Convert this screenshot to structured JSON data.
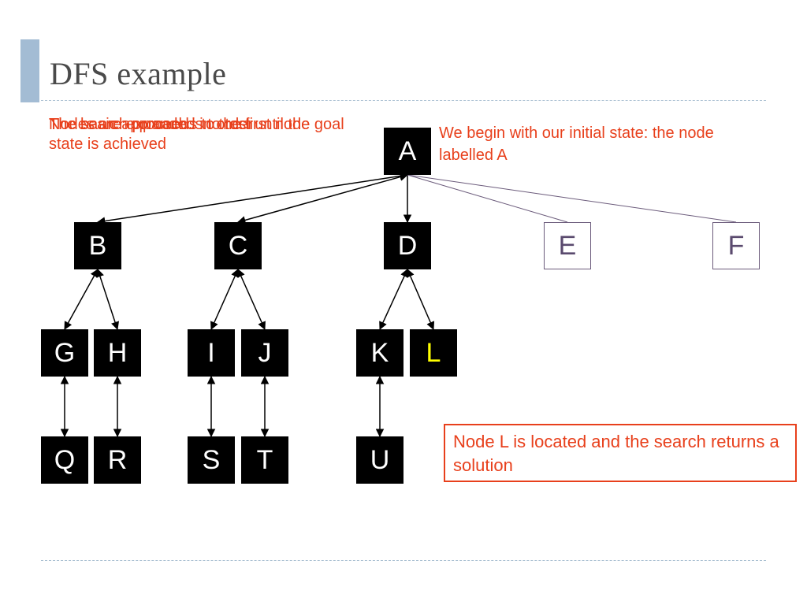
{
  "slide": {
    "title": "DFS example",
    "overlapping_text": [
      "The search proceeds to the first node",
      "Nodes are expanded in order",
      "The basic approach is to test until the goal state is achieved"
    ],
    "callout_start": "We begin with our initial state: the node labelled A",
    "callout_result": "Node L is located and the search returns a solution"
  },
  "diagram": {
    "nodes": [
      {
        "id": "A",
        "label": "A",
        "state": "visited"
      },
      {
        "id": "B",
        "label": "B",
        "state": "visited"
      },
      {
        "id": "C",
        "label": "C",
        "state": "visited"
      },
      {
        "id": "D",
        "label": "D",
        "state": "visited"
      },
      {
        "id": "E",
        "label": "E",
        "state": "unvisited"
      },
      {
        "id": "F",
        "label": "F",
        "state": "unvisited"
      },
      {
        "id": "G",
        "label": "G",
        "state": "visited"
      },
      {
        "id": "H",
        "label": "H",
        "state": "visited"
      },
      {
        "id": "I",
        "label": "I",
        "state": "visited"
      },
      {
        "id": "J",
        "label": "J",
        "state": "visited"
      },
      {
        "id": "K",
        "label": "K",
        "state": "visited"
      },
      {
        "id": "L",
        "label": "L",
        "state": "goal"
      },
      {
        "id": "Q",
        "label": "Q",
        "state": "visited"
      },
      {
        "id": "R",
        "label": "R",
        "state": "visited"
      },
      {
        "id": "S",
        "label": "S",
        "state": "visited"
      },
      {
        "id": "T",
        "label": "T",
        "state": "visited"
      },
      {
        "id": "U",
        "label": "U",
        "state": "visited"
      }
    ],
    "edges": [
      {
        "from": "A",
        "to": "B",
        "style": "bidirectional"
      },
      {
        "from": "A",
        "to": "C",
        "style": "bidirectional"
      },
      {
        "from": "A",
        "to": "D",
        "style": "forward"
      },
      {
        "from": "A",
        "to": "E",
        "style": "plain"
      },
      {
        "from": "A",
        "to": "F",
        "style": "plain"
      },
      {
        "from": "B",
        "to": "G",
        "style": "bidirectional"
      },
      {
        "from": "B",
        "to": "H",
        "style": "bidirectional"
      },
      {
        "from": "C",
        "to": "I",
        "style": "bidirectional"
      },
      {
        "from": "C",
        "to": "J",
        "style": "bidirectional"
      },
      {
        "from": "D",
        "to": "K",
        "style": "bidirectional"
      },
      {
        "from": "D",
        "to": "L",
        "style": "bidirectional"
      },
      {
        "from": "G",
        "to": "Q",
        "style": "bidirectional"
      },
      {
        "from": "H",
        "to": "R",
        "style": "bidirectional"
      },
      {
        "from": "I",
        "to": "S",
        "style": "bidirectional"
      },
      {
        "from": "J",
        "to": "T",
        "style": "bidirectional"
      },
      {
        "from": "K",
        "to": "U",
        "style": "bidirectional"
      }
    ],
    "colors": {
      "visited_fill": "#000000",
      "visited_text": "#ffffff",
      "goal_text": "#ffff00",
      "unvisited_border": "#6b5b7b",
      "callout": "#e8401c"
    }
  }
}
